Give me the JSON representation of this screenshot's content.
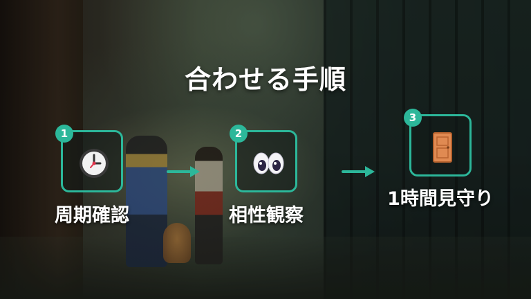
{
  "title": "合わせる手順",
  "steps": [
    {
      "number": "1",
      "label": "周期確認",
      "icon": "clock-icon"
    },
    {
      "number": "2",
      "label": "相性観察",
      "icon": "eyes-icon"
    },
    {
      "number": "3",
      "label": "1時間見守り",
      "icon": "door-icon"
    }
  ],
  "colors": {
    "accent": "#2cb79a",
    "text": "#ffffff"
  }
}
